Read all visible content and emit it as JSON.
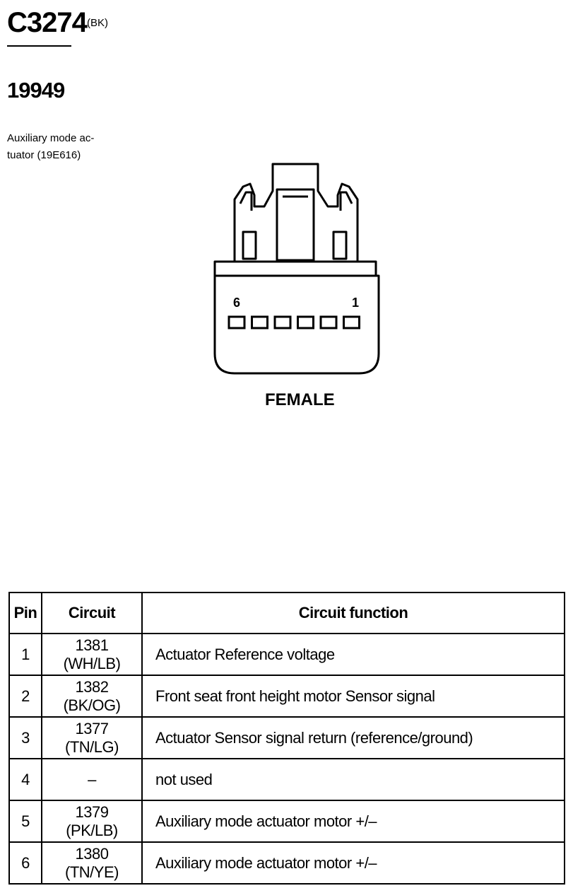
{
  "connector": {
    "id": "C3274",
    "color_code": "(BK)",
    "part_number": "19949",
    "component_line1": "Auxiliary mode ac-",
    "component_line2": "tuator (19E616)"
  },
  "diagram": {
    "pin_left_label": "6",
    "pin_right_label": "1",
    "pin_count": 6,
    "gender": "FEMALE"
  },
  "table": {
    "headers": {
      "pin": "Pin",
      "circuit": "Circuit",
      "function": "Circuit function"
    },
    "rows": [
      {
        "pin": "1",
        "circuit": "1381 (WH/LB)",
        "function": "Actuator Reference voltage"
      },
      {
        "pin": "2",
        "circuit": "1382 (BK/OG)",
        "function": "Front seat front height motor Sensor signal"
      },
      {
        "pin": "3",
        "circuit": "1377 (TN/LG)",
        "function": "Actuator Sensor signal return (reference/ground)"
      },
      {
        "pin": "4",
        "circuit": "–",
        "function": "not used"
      },
      {
        "pin": "5",
        "circuit": "1379 (PK/LB)",
        "function": "Auxiliary mode actuator motor +/–"
      },
      {
        "pin": "6",
        "circuit": "1380 (TN/YE)",
        "function": "Auxiliary mode actuator motor +/–"
      }
    ]
  }
}
